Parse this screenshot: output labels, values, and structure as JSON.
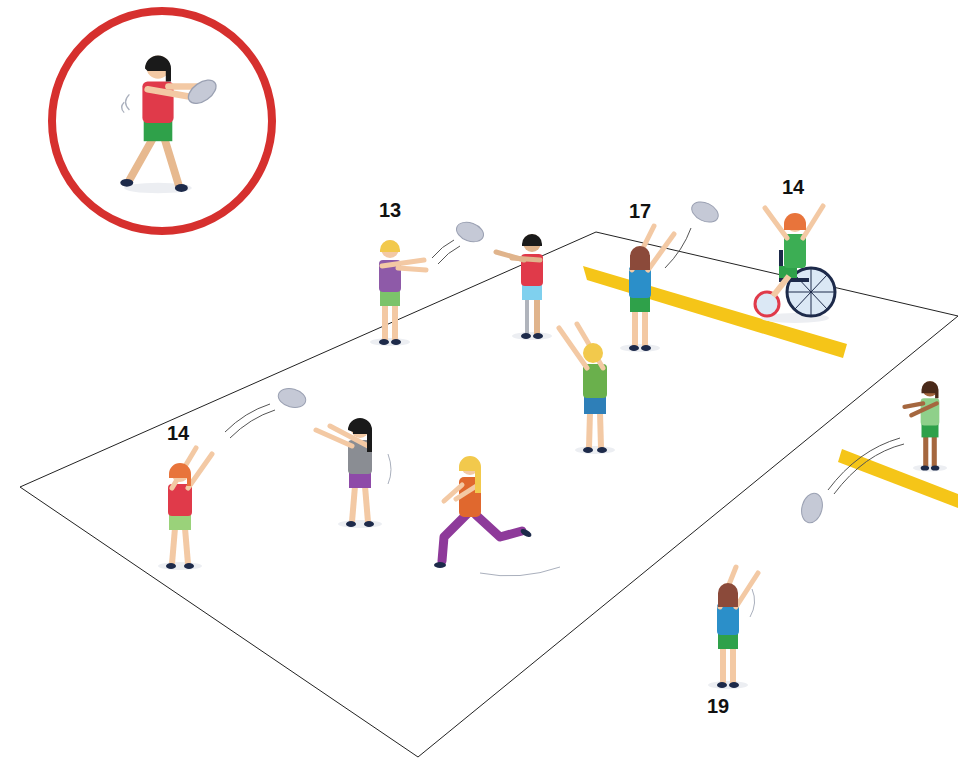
{
  "diagram": {
    "labels": [
      "13",
      "17",
      "14",
      "14",
      "19"
    ]
  }
}
